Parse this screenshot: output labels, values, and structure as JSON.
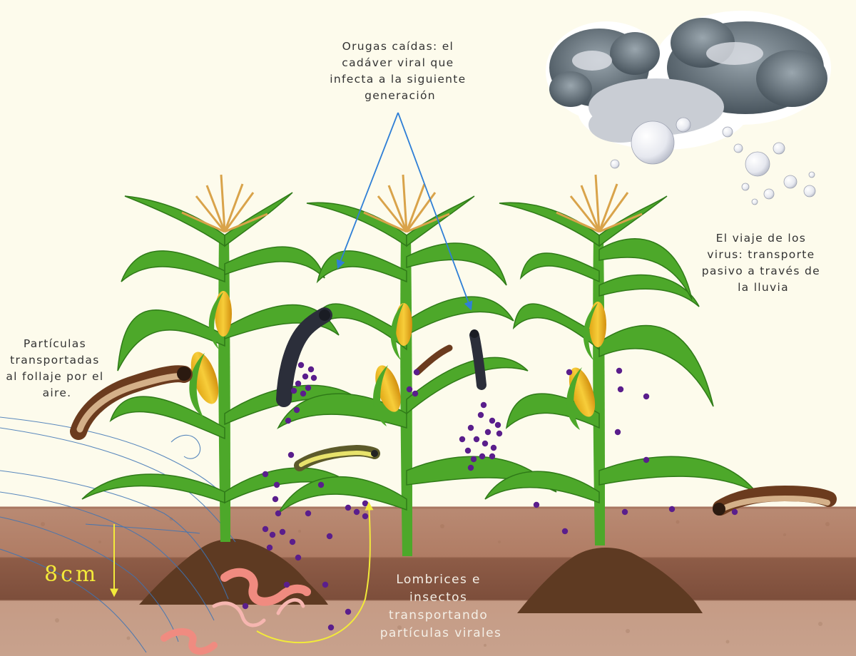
{
  "labels": {
    "fallen_caterpillars": [
      "Orugas caídas: el",
      "cadáver viral que",
      "infecta a la siguiente",
      "generación"
    ],
    "rain_transport": [
      "El viaje de los",
      "virus: transporte",
      "pasivo a través de",
      "la lluvia"
    ],
    "airborne_particles": [
      "Partículas",
      "transportadas",
      "al follaje por el",
      "aire."
    ],
    "soil_transport": [
      "Lombrices e",
      "insectos",
      "transportando",
      "partículas virales"
    ],
    "depth": "8cm"
  },
  "colors": {
    "background": "#fdfbec",
    "soil_top": "#b98a73",
    "soil_mid": "#8e5c47",
    "soil_bottom": "#c59b85",
    "leaf": "#4da82a",
    "leaf_dark": "#2f7a18",
    "virus_particle": "#5a1e8c",
    "callout_arrow": "#2f7fd6",
    "worm_arrow": "#f2ea3a",
    "wind": "#3d74b5",
    "caterpillar_dead": "#2b2e3a",
    "caterpillar_alive": "#7a4a2a"
  }
}
